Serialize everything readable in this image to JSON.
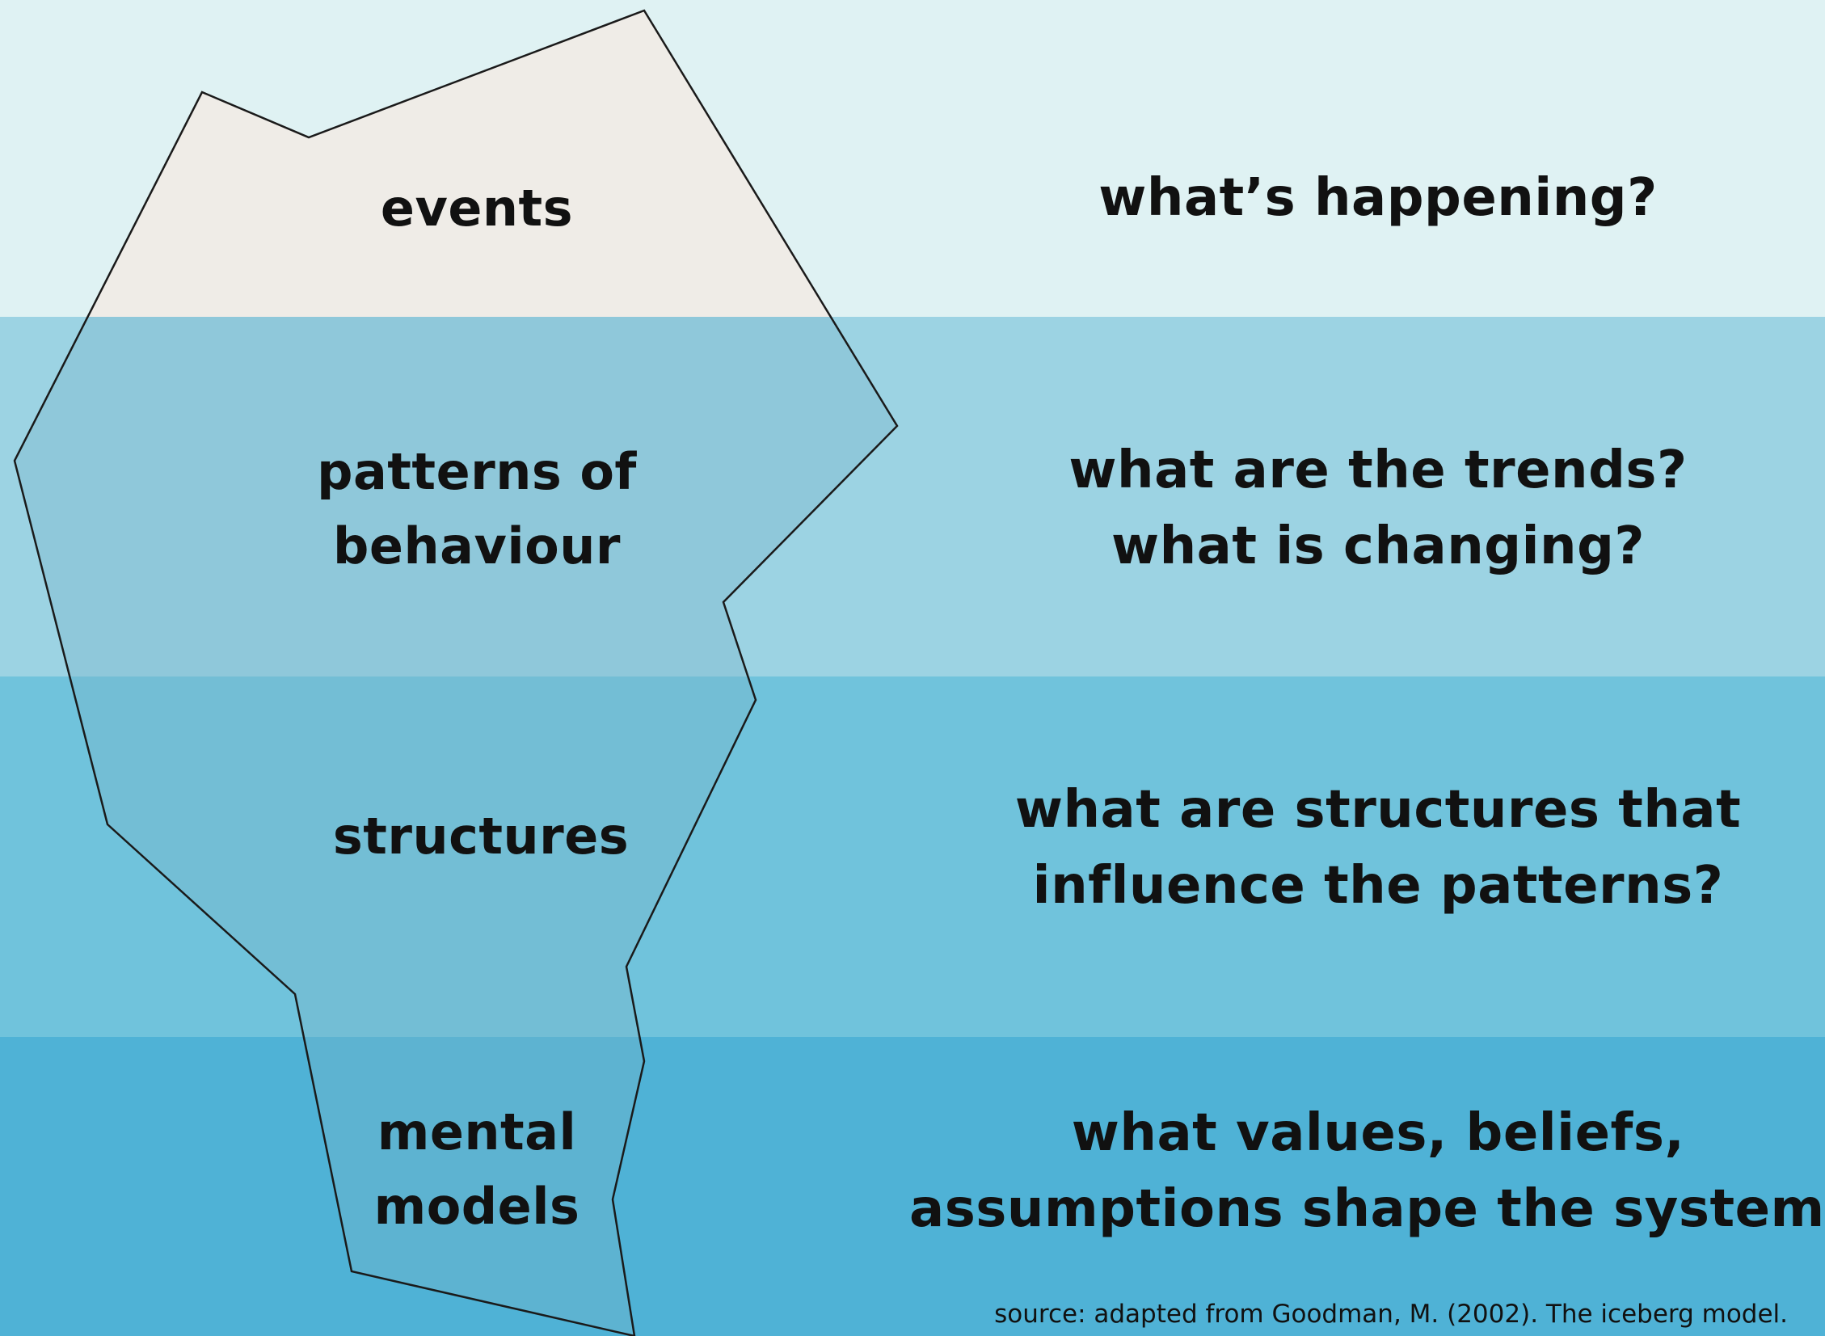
{
  "colors": {
    "band_1": "#dff2f3",
    "band_2": "#9cd3e3",
    "band_3": "#70c3dc",
    "band_4": "#4fb2d6",
    "iceberg_above": "#efece7",
    "iceberg_below": "rgba(120,180,200,0.35)",
    "outline": "#1a1a1a"
  },
  "layers": [
    {
      "label_lines": [
        "events"
      ],
      "question_lines": [
        "what’s happening?"
      ]
    },
    {
      "label_lines": [
        "patterns of",
        "behaviour"
      ],
      "question_lines": [
        "what are the trends?",
        "what is changing?"
      ]
    },
    {
      "label_lines": [
        "structures"
      ],
      "question_lines": [
        "what are structures that",
        "influence the patterns?"
      ]
    },
    {
      "label_lines": [
        "mental",
        "models"
      ],
      "question_lines": [
        "what values, beliefs,",
        "assumptions shape the system?"
      ]
    }
  ],
  "source": "source: adapted from Goodman, M. (2002). The iceberg model."
}
